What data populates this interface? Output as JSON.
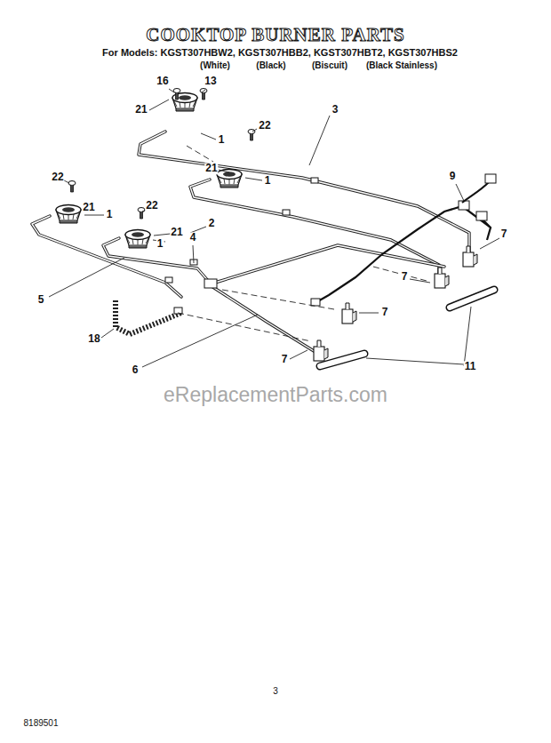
{
  "diagram": {
    "title": "COOKTOP BURNER PARTS",
    "labels": [
      "For Models: KGST307HBW2, KGST307HBB2, KGST307HBT2, KGST307HBS2",
      "(White)",
      "(Black)",
      "(Biscuit)",
      "(Black Stainless)",
      "16",
      "13",
      "21",
      "22",
      "1",
      "3",
      "21",
      "1",
      "9",
      "22",
      "21",
      "1",
      "22",
      "21",
      "2",
      "1",
      "4",
      "7",
      "5",
      "7",
      "7",
      "18",
      "11",
      "6",
      "7",
      "eReplacementParts.com",
      "3",
      "8189501"
    ]
  }
}
